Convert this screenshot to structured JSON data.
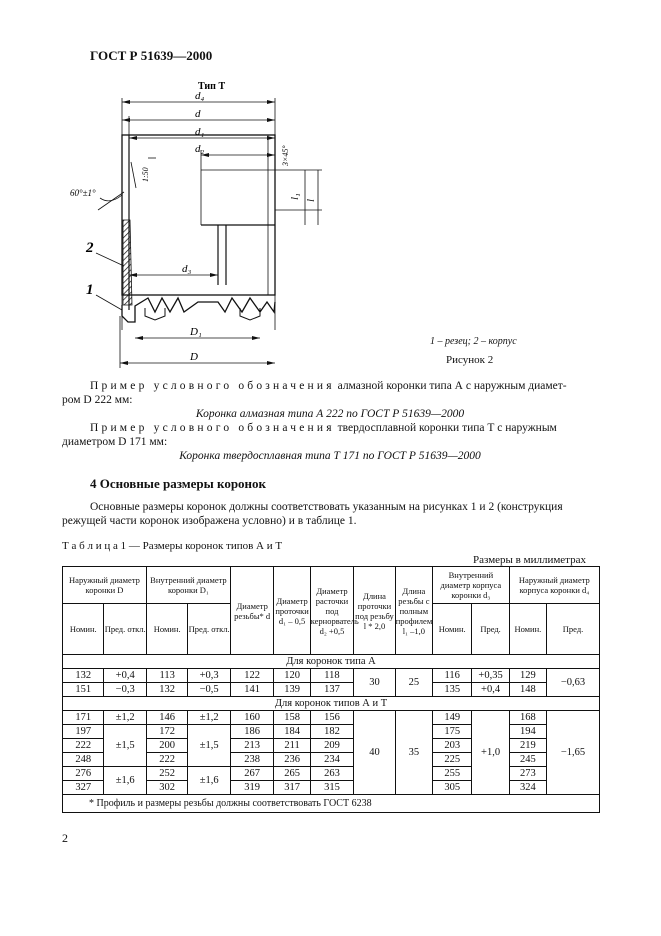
{
  "header": {
    "title": "ГОСТ Р 51639—2000"
  },
  "figure": {
    "type_label": "Тип Т",
    "dims": {
      "d4": "d₄",
      "d": "d",
      "d1": "d₁",
      "d2": "d₂",
      "d3": "d₃",
      "D1": "D₁",
      "D": "D",
      "l1": "l₁",
      "l": "l",
      "chamfer": "3×45°",
      "slope": "1:50",
      "angle": "60°±1°"
    },
    "callouts": {
      "n1": "1",
      "n2": "2"
    },
    "legend": "1 – резец; 2 – корпус",
    "caption": "Рисунок 2"
  },
  "examples": {
    "ex1_lead": "Пример условного обозначения",
    "ex1_rest": " алмазной коронки типа А с наружным диамет-",
    "ex1_line2": "ром D 222 мм:",
    "ex1_code": "Коронка алмазная типа А 222 по ГОСТ Р 51639—2000",
    "ex2_lead": "Пример условного обозначения",
    "ex2_rest": " твердосплавной коронки типа Т с наружным",
    "ex2_line2": "диаметром D 171 мм:",
    "ex2_code": "Коронка твердосплавная типа Т 171 по ГОСТ Р 51639—2000"
  },
  "section": {
    "title": "4 Основные размеры коронок",
    "para_line1": "Основные размеры коронок должны соответствовать указанным на рисунках 1 и 2 (конструкция",
    "para_line2": "режущей части коронок изображена условно) и в таблице 1."
  },
  "table": {
    "caption": "Т а б л и ц а   1 — Размеры коронок типов А и Т",
    "units": "Размеры в миллиметрах",
    "headers": {
      "outer_D": "Наружный диаметр коронки D",
      "inner_D1": "Внутренний диаметр коронки D₁",
      "thread_d": "Диаметр резьбы* d",
      "groove_d1": "Диаметр проточки d₁ – 0,5",
      "bore_d2": "Диаметр расточки под кернорватель d₂ +0,5",
      "groove_len": "Длина проточки под резьбу l * 2,0",
      "thread_len": "Длина резьбы с полным профилем l₁ –1,0",
      "inner_body_d3": "Внутренний диаметр корпуса коронки d₃",
      "outer_body_d4": "Наружный диаметр корпуса коронки d₄",
      "nom": "Номин.",
      "tol": "Пред. откл.",
      "pred": "Пред."
    },
    "group_a": "Для коронок типа А",
    "group_at": "Для коронок типов А и Т",
    "rows_a": [
      {
        "D": "132",
        "D_tol": "+0,4",
        "D1": "113",
        "D1_tol": "+0,3",
        "d": "122",
        "d1": "120",
        "d2": "118",
        "d3": "116",
        "d3_tol": "+0,35",
        "d4": "129"
      },
      {
        "D": "151",
        "D_tol": "−0,3",
        "D1": "132",
        "D1_tol": "−0,5",
        "d": "141",
        "d1": "139",
        "d2": "137",
        "d3": "135",
        "d3_tol": "+0,4",
        "d4": "148"
      }
    ],
    "rows_a_common": {
      "l": "30",
      "l1": "25",
      "d4_tol": "−0,63"
    },
    "rows_at": [
      {
        "D": "171",
        "D1": "146",
        "d": "160",
        "d1": "158",
        "d2": "156",
        "d3": "149",
        "d4": "168"
      },
      {
        "D": "197",
        "D1": "172",
        "d": "186",
        "d1": "184",
        "d2": "182",
        "d3": "175",
        "d4": "194"
      },
      {
        "D": "222",
        "D1": "200",
        "d": "213",
        "d1": "211",
        "d2": "209",
        "d3": "203",
        "d4": "219"
      },
      {
        "D": "248",
        "D1": "222",
        "d": "238",
        "d1": "236",
        "d2": "234",
        "d3": "225",
        "d4": "245"
      },
      {
        "D": "276",
        "D1": "252",
        "d": "267",
        "d1": "265",
        "d2": "263",
        "d3": "255",
        "d4": "273"
      },
      {
        "D": "327",
        "D1": "302",
        "d": "319",
        "d1": "317",
        "d2": "315",
        "d3": "305",
        "d4": "324"
      }
    ],
    "rows_at_tols": {
      "D_1": "±1,2",
      "D_2": "±1,5",
      "D_3": "±1,6",
      "D1_1": "±1,2",
      "D1_2": "±1,5",
      "D1_3": "±1,6",
      "l": "40",
      "l1": "35",
      "d3_tol": "+1,0",
      "d4_tol": "−1,65"
    },
    "footnote": "* Профиль и размеры резьбы должны соответствовать ГОСТ 6238"
  },
  "page_number": "2"
}
